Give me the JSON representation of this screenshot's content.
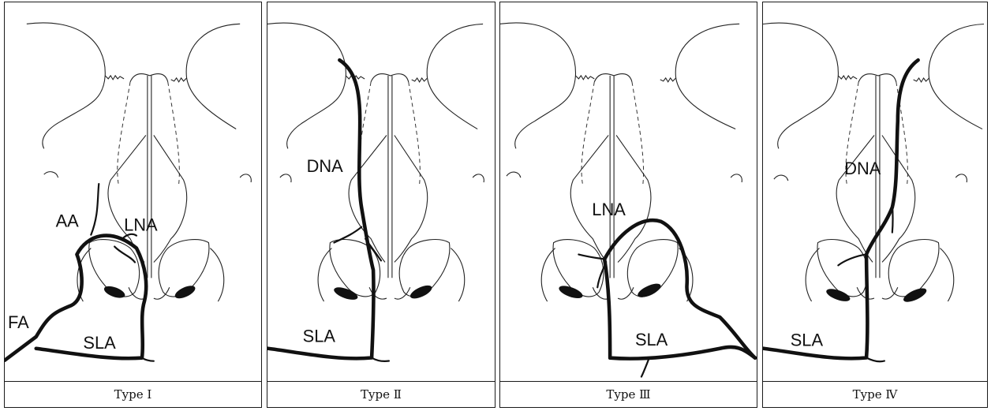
{
  "panels": [
    {
      "caption": "Type Ⅰ",
      "labels": {
        "fa": "FA",
        "aa": "AA",
        "lna": "LNA",
        "sla": "SLA"
      }
    },
    {
      "caption": "Type Ⅱ",
      "labels": {
        "dna": "DNA",
        "sla": "SLA"
      }
    },
    {
      "caption": "Type Ⅲ",
      "labels": {
        "lna": "LNA",
        "sla": "SLA"
      }
    },
    {
      "caption": "Type Ⅳ",
      "labels": {
        "dna": "DNA",
        "sla": "SLA"
      }
    }
  ],
  "colors": {
    "line": "#111111",
    "background": "#ffffff"
  }
}
